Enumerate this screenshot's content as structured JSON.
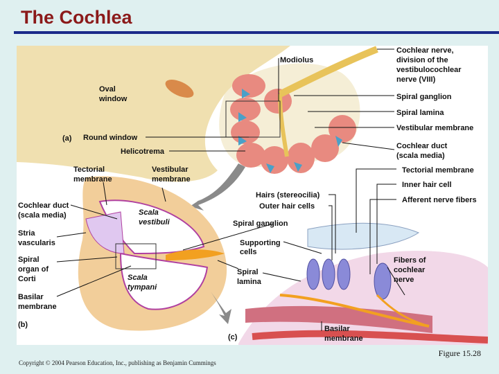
{
  "slide": {
    "title": "The Cochlea",
    "figure_caption": "Figure 15.28",
    "copyright": "Copyright © 2004 Pearson Education, Inc., publishing as Benjamin Cummings"
  },
  "panel_a": {
    "tag": "(a)",
    "labels": {
      "oval_window_1": "Oval",
      "oval_window_2": "window",
      "round_window": "Round window",
      "helicotrema": "Helicotrema",
      "modiolus": "Modiolus",
      "cochlear_nerve_1": "Cochlear nerve,",
      "cochlear_nerve_2": "division of the",
      "cochlear_nerve_3": "vestibulocochlear",
      "cochlear_nerve_4": "nerve (VIII)",
      "spiral_ganglion": "Spiral ganglion",
      "spiral_lamina": "Spiral lamina",
      "vestibular_membrane": "Vestibular membrane",
      "cochlear_duct_1": "Cochlear duct",
      "cochlear_duct_2": "(scala media)"
    }
  },
  "panel_b": {
    "tag": "(b)",
    "labels": {
      "tectorial_1": "Tectorial",
      "tectorial_2": "membrane",
      "vestibular_1": "Vestibular",
      "vestibular_2": "membrane",
      "cochlear_duct_1": "Cochlear duct",
      "cochlear_duct_2": "(scala media)",
      "stria_1": "Stria",
      "stria_2": "vascularis",
      "spiral_organ_1": "Spiral",
      "spiral_organ_2": "organ of",
      "spiral_organ_3": "Corti",
      "basilar_1": "Basilar",
      "basilar_2": "membrane",
      "scala_vestibuli_1": "Scala",
      "scala_vestibuli_2": "vestibuli",
      "scala_tympani_1": "Scala",
      "scala_tympani_2": "tympani",
      "spiral_ganglion": "Spiral ganglion"
    }
  },
  "panel_c": {
    "tag": "(c)",
    "labels": {
      "tectorial_membrane": "Tectorial membrane",
      "inner_hair_cell": "Inner hair cell",
      "hairs": "Hairs (stereocilia)",
      "outer_hair_cells": "Outer hair cells",
      "afferent_nerve_fibers": "Afferent nerve fibers",
      "supporting_1": "Supporting",
      "supporting_2": "cells",
      "spiral_lamina_1": "Spiral",
      "spiral_lamina_2": "lamina",
      "fibers_1": "Fibers of",
      "fibers_2": "cochlear",
      "fibers_3": "nerve",
      "basilar_1": "Basilar",
      "basilar_2": "membrane"
    }
  }
}
